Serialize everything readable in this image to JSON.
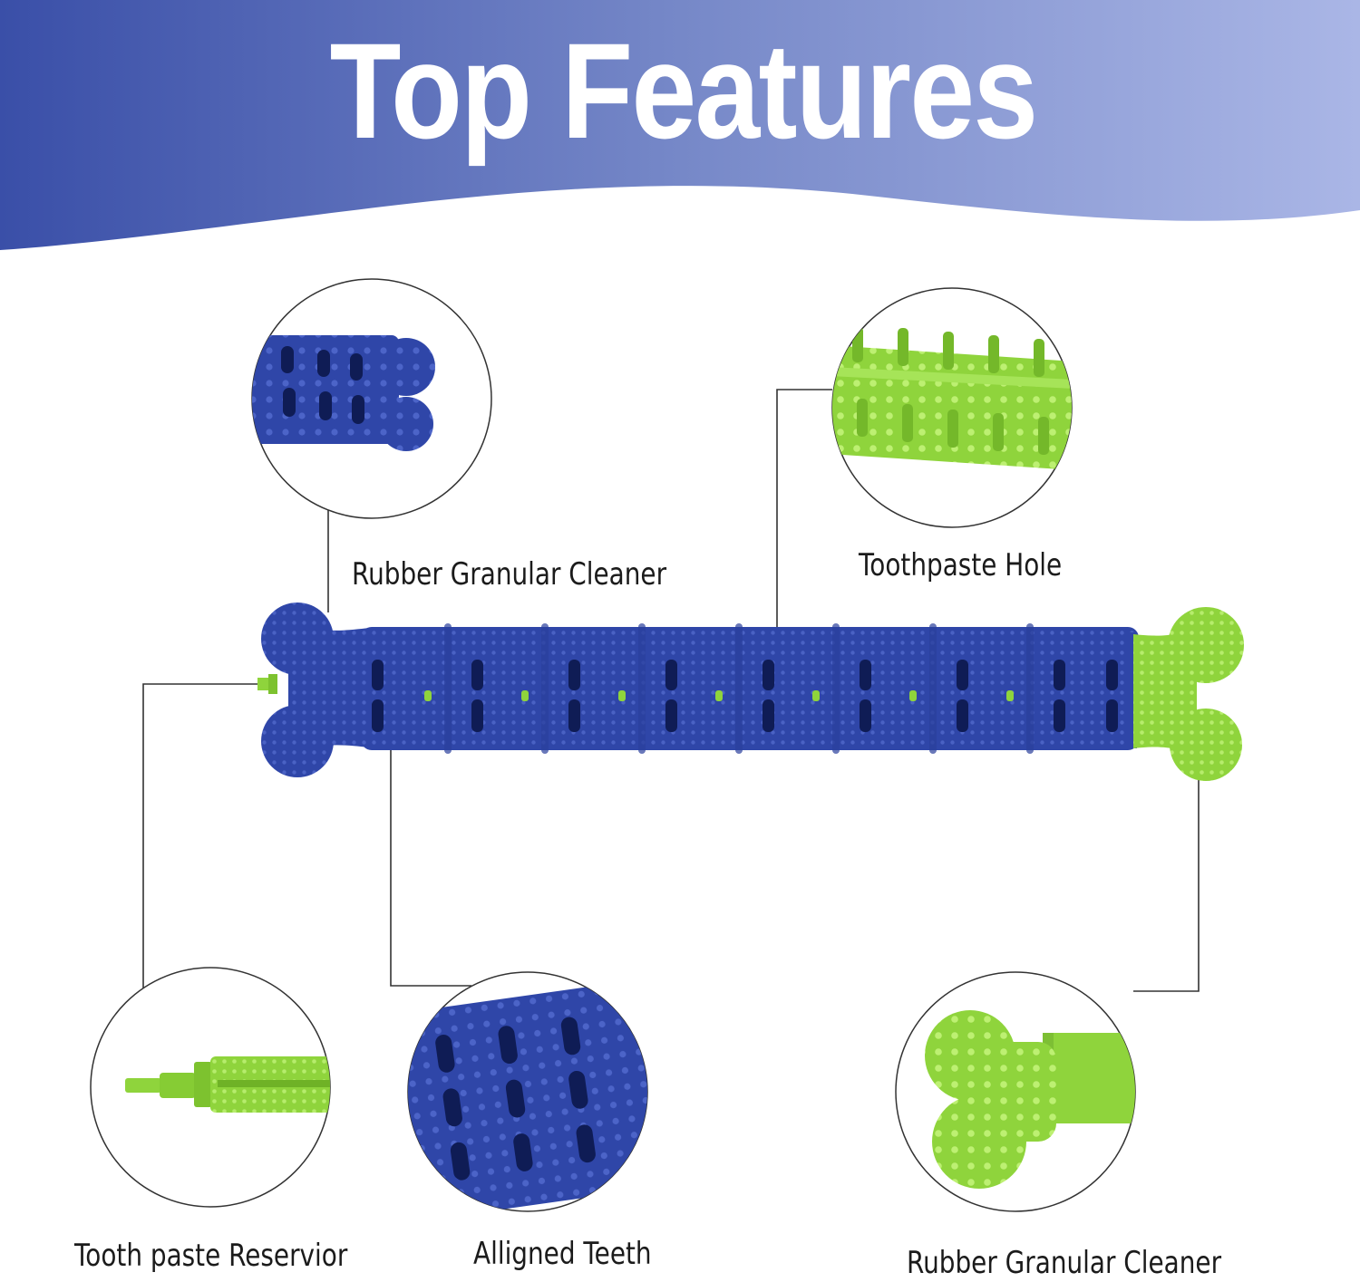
{
  "header": {
    "title": "Top Features",
    "gradient_start": "#3a4fa8",
    "gradient_end": "#aab6e6"
  },
  "product": {
    "name": "dog-toothbrush-chew-toy",
    "blue_color": "#2f46a8",
    "green_color": "#8fd43c"
  },
  "features": [
    {
      "label": "Rubber Granular Cleaner",
      "icon": "blue-bone-end-closeup"
    },
    {
      "label": "Toothpaste Hole",
      "icon": "green-core-closeup"
    },
    {
      "label": "Tooth paste Reservior",
      "icon": "green-reservoir-stick"
    },
    {
      "label": "Alligned Teeth",
      "icon": "blue-tube-teeth-closeup"
    },
    {
      "label": "Rubber Granular Cleaner",
      "icon": "green-bone-end-closeup"
    }
  ]
}
